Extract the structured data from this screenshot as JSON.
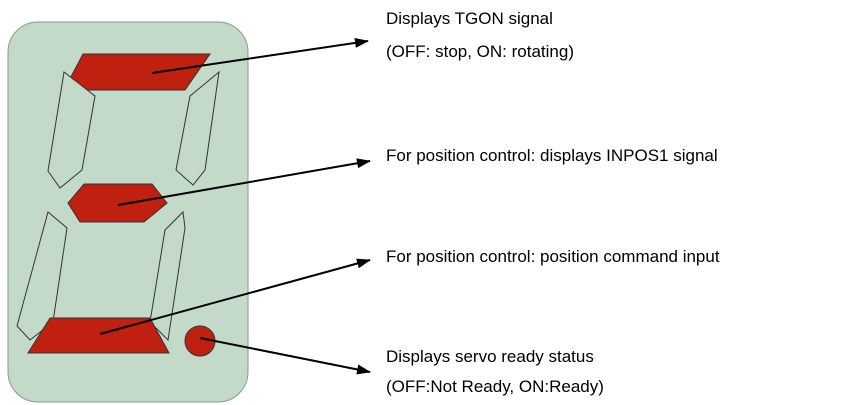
{
  "display": {
    "panel_color": "#c3dac8",
    "panel_stroke": "#8a9a8c",
    "segment_on_color": "#c0200f",
    "segment_off_color": "#c3dac8",
    "segment_outline_color": "#333333",
    "segments": [
      {
        "id": "a",
        "state": "on"
      },
      {
        "id": "b",
        "state": "off"
      },
      {
        "id": "c",
        "state": "off"
      },
      {
        "id": "d",
        "state": "on"
      },
      {
        "id": "e",
        "state": "off"
      },
      {
        "id": "f",
        "state": "off"
      },
      {
        "id": "g",
        "state": "on"
      },
      {
        "id": "dp",
        "state": "on"
      }
    ]
  },
  "callouts": [
    {
      "target": "a",
      "lines": [
        "Displays TGON signal",
        "(OFF: stop, ON: rotating)"
      ]
    },
    {
      "target": "g",
      "lines": [
        "For position control: displays INPOS1 signal"
      ]
    },
    {
      "target": "d",
      "lines": [
        "For position control: position command input"
      ]
    },
    {
      "target": "dp",
      "lines": [
        "Displays servo ready status",
        "(OFF:Not Ready, ON:Ready)"
      ]
    }
  ]
}
